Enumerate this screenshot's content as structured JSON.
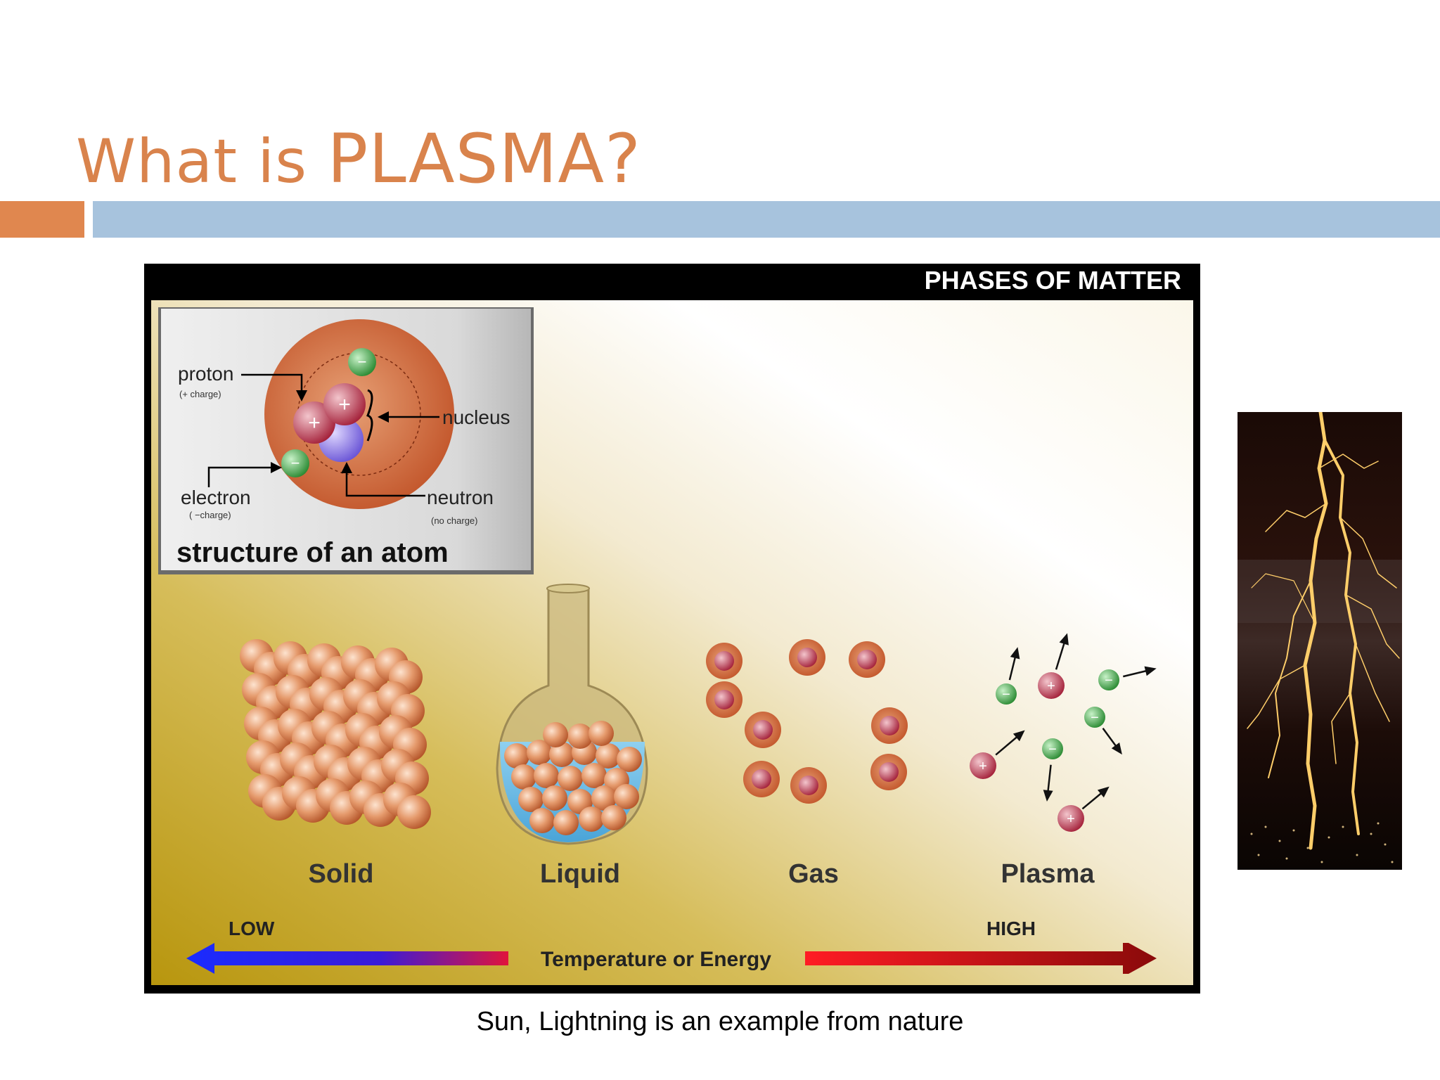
{
  "slide": {
    "title_prefix": "What is ",
    "title_main": "PLASMA?",
    "caption": "Sun, Lightning is an example from nature"
  },
  "figure": {
    "header": "PHASES OF MATTER",
    "atom": {
      "title": "structure of an atom",
      "proton": "proton",
      "proton_note": "(+ charge)",
      "nucleus": "nucleus",
      "electron": "electron",
      "electron_note": "( −charge)",
      "neutron": "neutron",
      "neutron_note": "(no charge)"
    },
    "phases": [
      "Solid",
      "Liquid",
      "Gas",
      "Plasma"
    ],
    "scale": {
      "low": "LOW",
      "high": "HIGH",
      "label": "Temperature or Energy"
    }
  },
  "colors": {
    "title": "#d9834c",
    "accent_bar": "#e0874f",
    "main_bar": "#a7c3dd"
  }
}
